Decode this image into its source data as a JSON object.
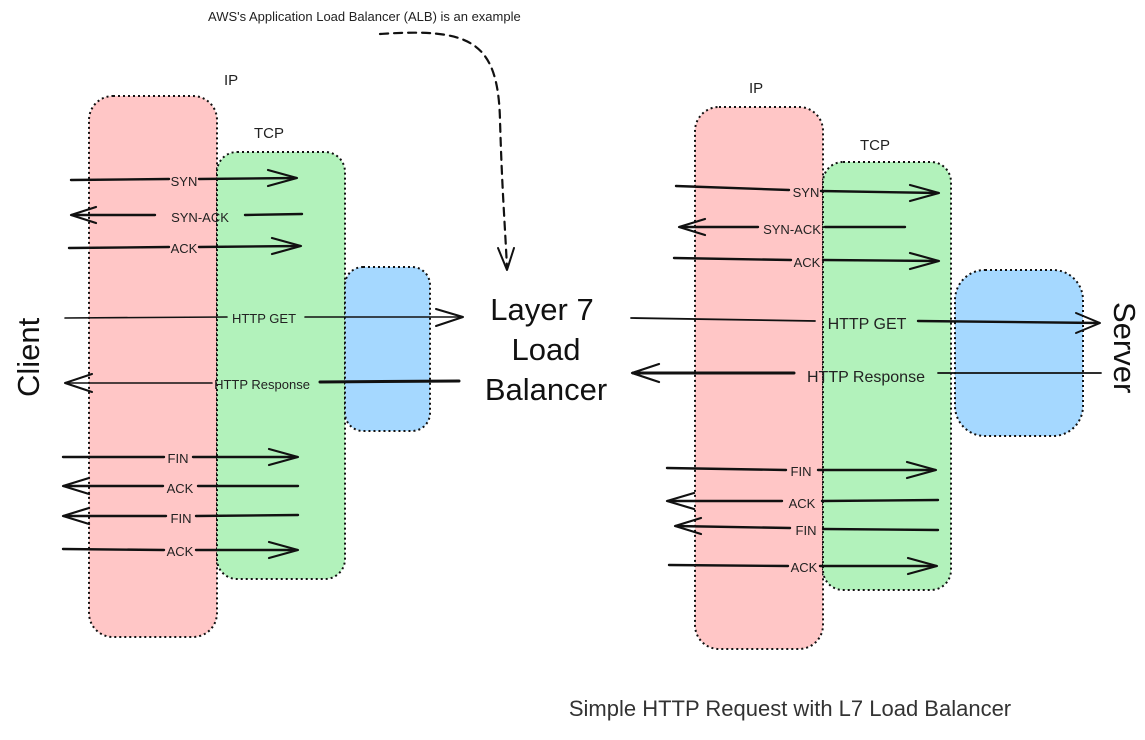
{
  "note": "AWS's Application Load Balancer (ALB) is an example",
  "layers": {
    "ip": "IP",
    "tcp": "TCP"
  },
  "client_label": "Client",
  "server_label": "Server",
  "load_balancer": {
    "line1": "Layer 7",
    "line2": "Load",
    "line3": "Balancer"
  },
  "messages": {
    "syn": "SYN",
    "syn_ack": "SYN-ACK",
    "ack": "ACK",
    "http_get": "HTTP GET",
    "http_response": "HTTP Response",
    "fin": "FIN"
  },
  "caption": "Simple HTTP Request with L7 Load Balancer",
  "colors": {
    "ip": "#ffc6c6",
    "tcp": "#b2f2bb",
    "application": "#a5d8ff",
    "stroke": "#111111"
  }
}
